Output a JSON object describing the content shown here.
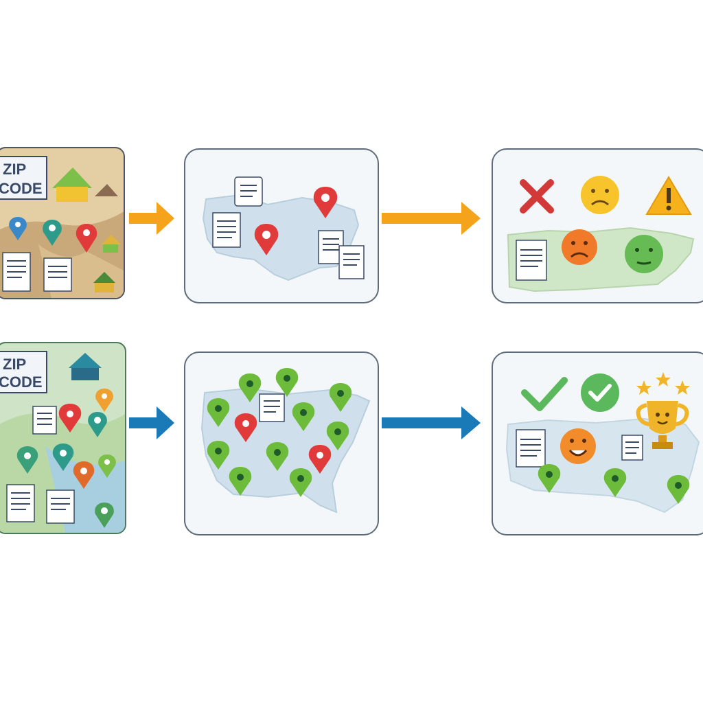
{
  "rows": [
    {
      "id": "before",
      "source_card": {
        "stamp_line_1": "ZIP",
        "stamp_line_2": "CODE",
        "theme": "sandy"
      },
      "arrow_color": "#f5a31a",
      "outcome_icons": [
        "cross-icon",
        "sad-face-icon",
        "warning-icon",
        "frown-face-icon",
        "neutral-face-icon"
      ]
    },
    {
      "id": "after",
      "source_card": {
        "stamp_line_1": "ZIP",
        "stamp_line_2": "CODE",
        "theme": "green"
      },
      "arrow_color": "#1a7ab8",
      "outcome_icons": [
        "checkmark-icon",
        "check-circle-icon",
        "trophy-icon",
        "smile-face-icon"
      ]
    }
  ],
  "colors": {
    "panel_border": "#5d6b7a",
    "map_fill": "#cfe0ec",
    "pin_red": "#e03a3a",
    "pin_green": "#6dbb3a",
    "arrow_orange": "#f5a31a",
    "arrow_blue": "#1a7ab8"
  }
}
